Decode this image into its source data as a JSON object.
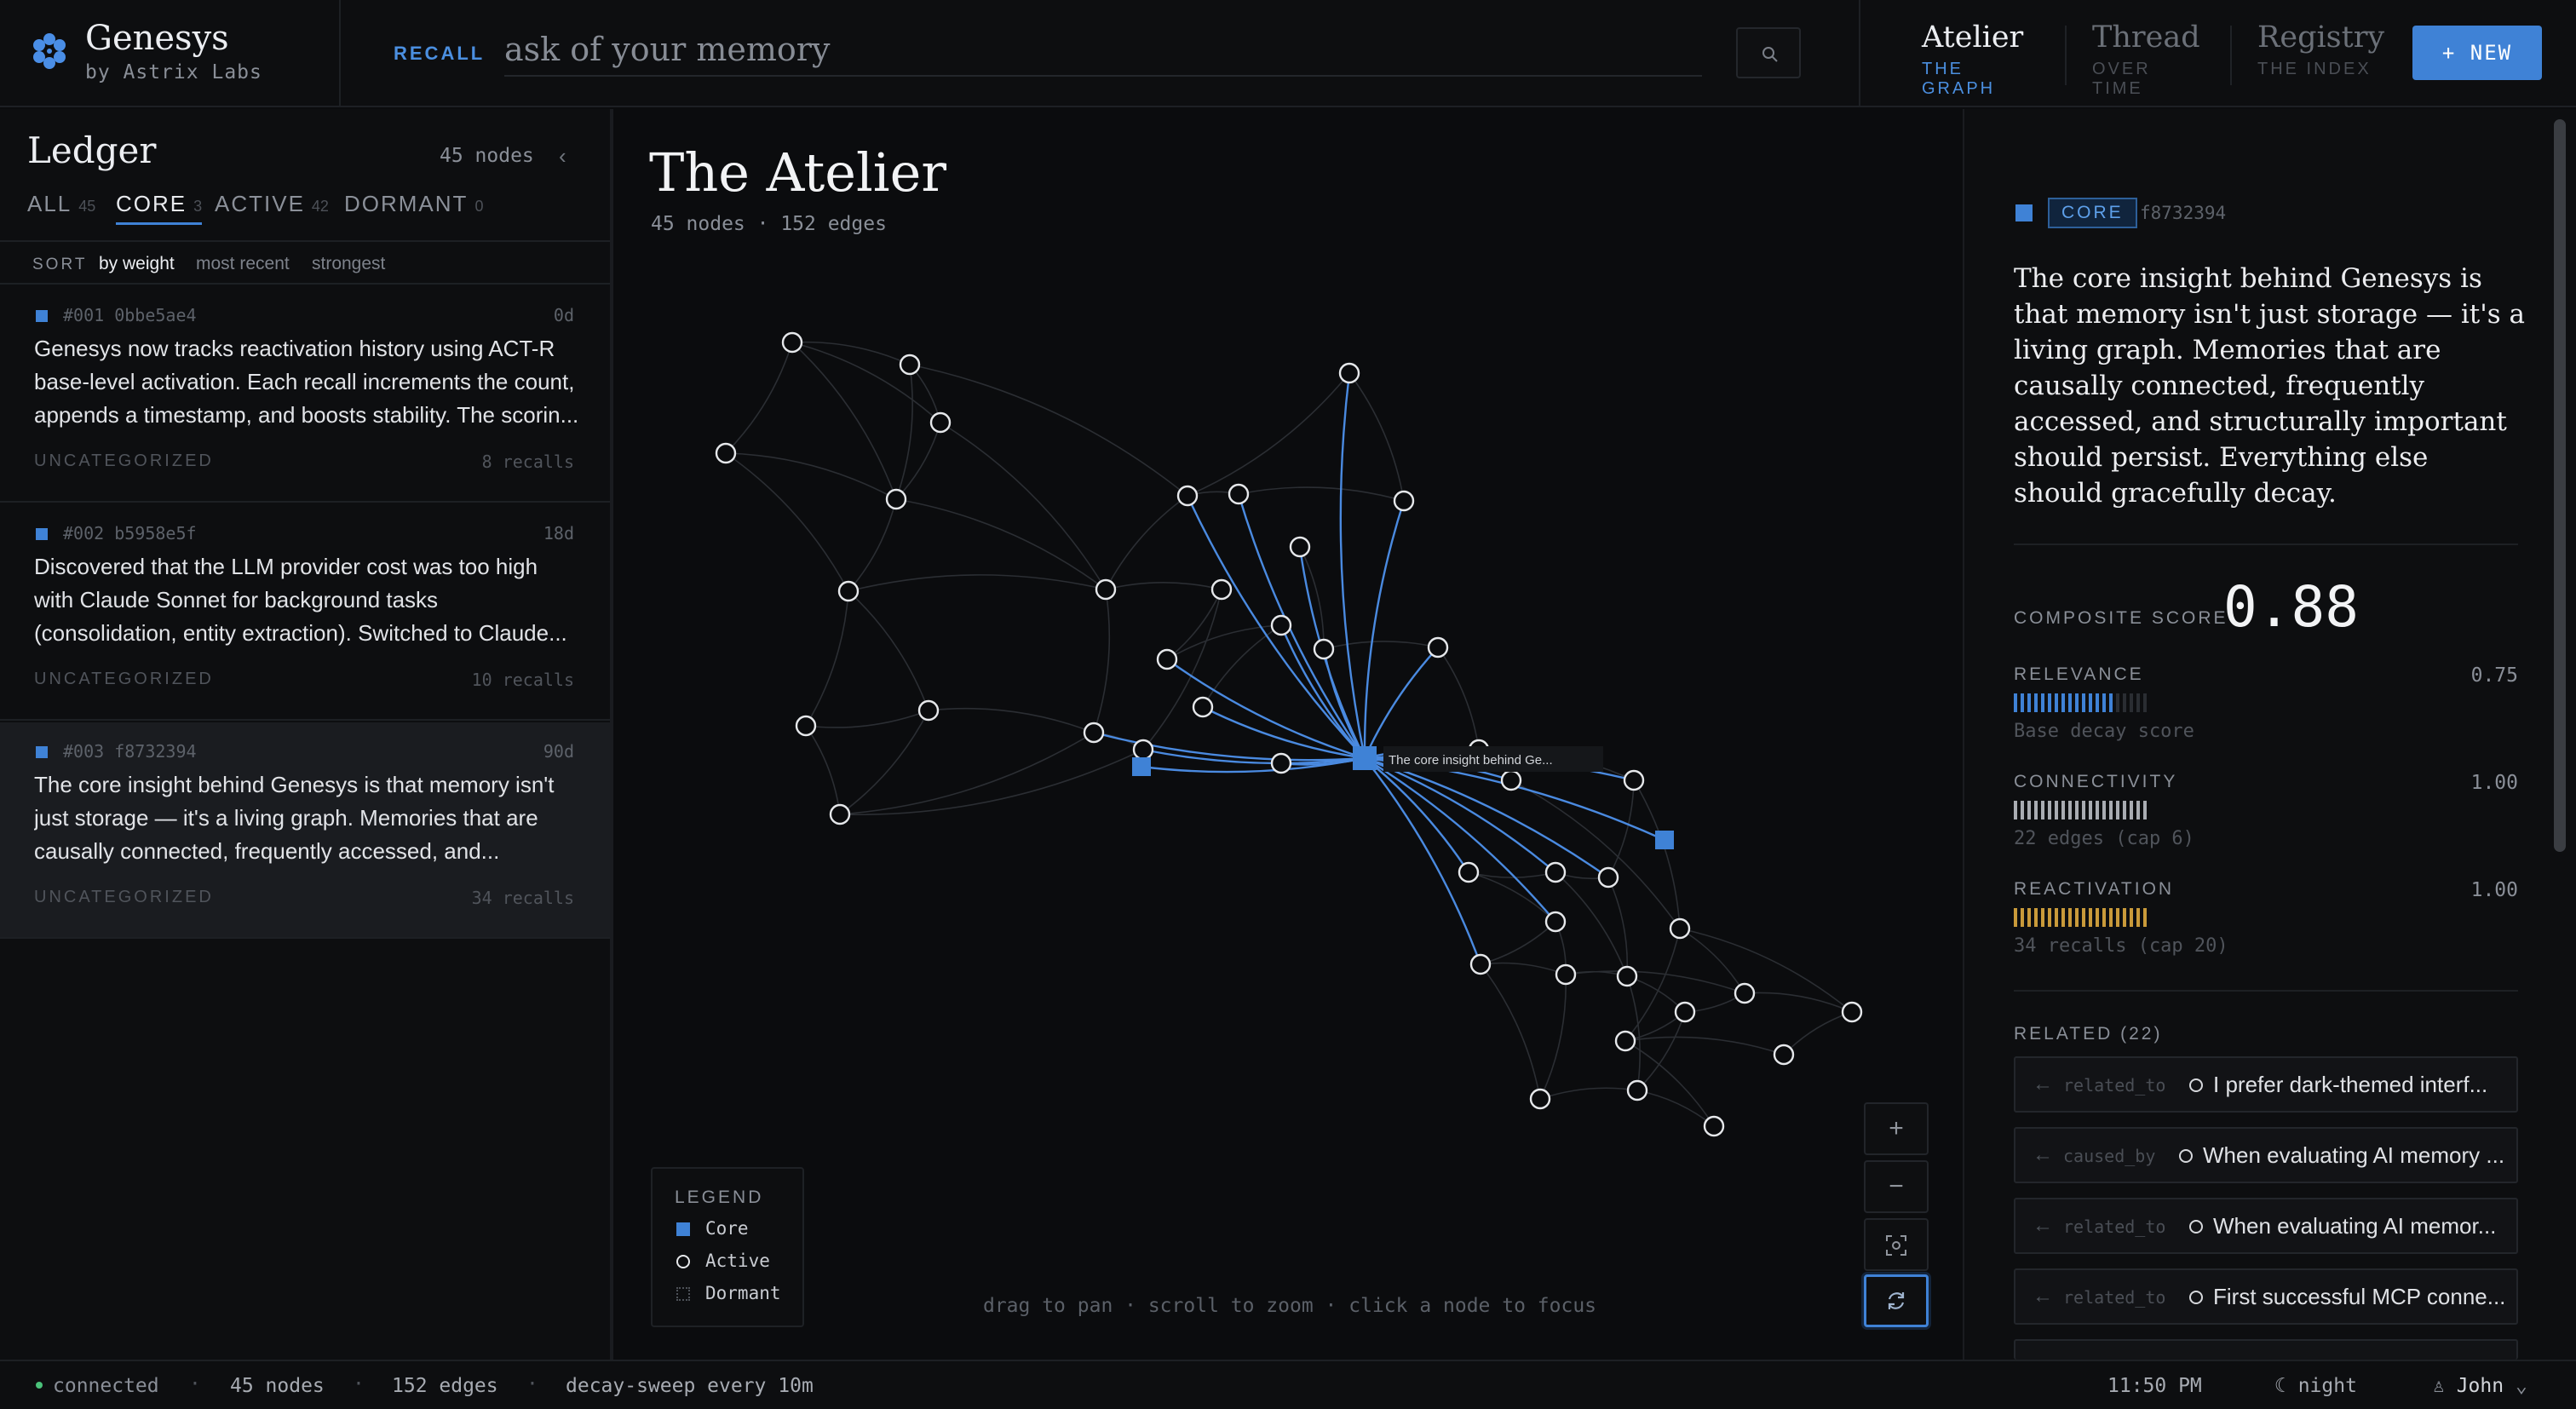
{
  "brand": {
    "name": "Genesys",
    "sub": "by Astrix Labs"
  },
  "search": {
    "label": "RECALL",
    "placeholder": "ask of your memory"
  },
  "nav": [
    {
      "title": "Atelier",
      "sub": "THE GRAPH",
      "active": true
    },
    {
      "title": "Thread",
      "sub": "OVER TIME",
      "active": false
    },
    {
      "title": "Registry",
      "sub": "THE INDEX",
      "active": false
    }
  ],
  "new_button": "+ NEW",
  "ledger": {
    "title": "Ledger",
    "count": "45 nodes",
    "filters": [
      {
        "label": "ALL",
        "count": "45"
      },
      {
        "label": "CORE",
        "count": "3"
      },
      {
        "label": "ACTIVE",
        "count": "42"
      },
      {
        "label": "DORMANT",
        "count": "0"
      }
    ],
    "sort_label": "SORT",
    "sort_options": [
      "by weight",
      "most recent",
      "strongest"
    ],
    "cards": [
      {
        "id": "#001 0bbe5ae4",
        "age": "0d",
        "text": "Genesys now tracks reactivation history using ACT-R base-level activation. Each recall increments the count, appends a timestamp, and boosts stability. The scorin...",
        "category": "UNCATEGORIZED",
        "recalls": "8 recalls"
      },
      {
        "id": "#002 b5958e5f",
        "age": "18d",
        "text": "Discovered that the LLM provider cost was too high with Claude Sonnet for background tasks (consolidation, entity extraction). Switched to Claude...",
        "category": "UNCATEGORIZED",
        "recalls": "10 recalls"
      },
      {
        "id": "#003 f8732394",
        "age": "90d",
        "text": "The core insight behind Genesys is that memory isn't just storage — it's a living graph. Memories that are causally connected, frequently accessed, and...",
        "category": "UNCATEGORIZED",
        "recalls": "34 recalls"
      }
    ]
  },
  "graph": {
    "title": "The Atelier",
    "stats": "45 nodes · 152 edges",
    "focus_label": "The core insight behind Ge...",
    "hint": "drag to pan · scroll to zoom · click a node to focus",
    "legend": {
      "title": "LEGEND",
      "items": [
        "Core",
        "Active",
        "Dormant"
      ]
    },
    "zoom_in": "+",
    "zoom_out": "−"
  },
  "detail": {
    "badge": "CORE",
    "hash": "f8732394",
    "text": "The core insight behind Genesys is that memory isn't just storage — it's a living graph. Memories that are causally connected, frequently accessed, and structurally important should persist. Everything else should gracefully decay.",
    "composite_label": "COMPOSITE SCORE",
    "composite_value": "0.88",
    "metrics": [
      {
        "name": "RELEVANCE",
        "value": "0.75",
        "fraction": 0.75,
        "sub": "Base decay score",
        "color": "#3f82d6"
      },
      {
        "name": "CONNECTIVITY",
        "value": "1.00",
        "fraction": 1.0,
        "sub": "22 edges (cap 6)",
        "color": "#a9acb2"
      },
      {
        "name": "REACTIVATION",
        "value": "1.00",
        "fraction": 1.0,
        "sub": "34 recalls (cap 20)",
        "color": "#c99a3a"
      }
    ],
    "related_label": "RELATED (22)",
    "related": [
      {
        "type": "related_to",
        "text": "I prefer dark-themed interf..."
      },
      {
        "type": "caused_by",
        "text": "When evaluating AI memory ..."
      },
      {
        "type": "related_to",
        "text": "When evaluating AI memor..."
      },
      {
        "type": "related_to",
        "text": "First successful MCP conne..."
      }
    ]
  },
  "status": {
    "connection": "connected",
    "nodes": "45 nodes",
    "edges": "152 edges",
    "sweep": "decay-sweep every 10m",
    "time": "11:50 PM",
    "theme": "night",
    "user": "John"
  },
  "colors": {
    "accent": "#3f82d6",
    "background": "#0b0c0e",
    "panel": "#0d0e10",
    "reactivation": "#c99a3a"
  }
}
